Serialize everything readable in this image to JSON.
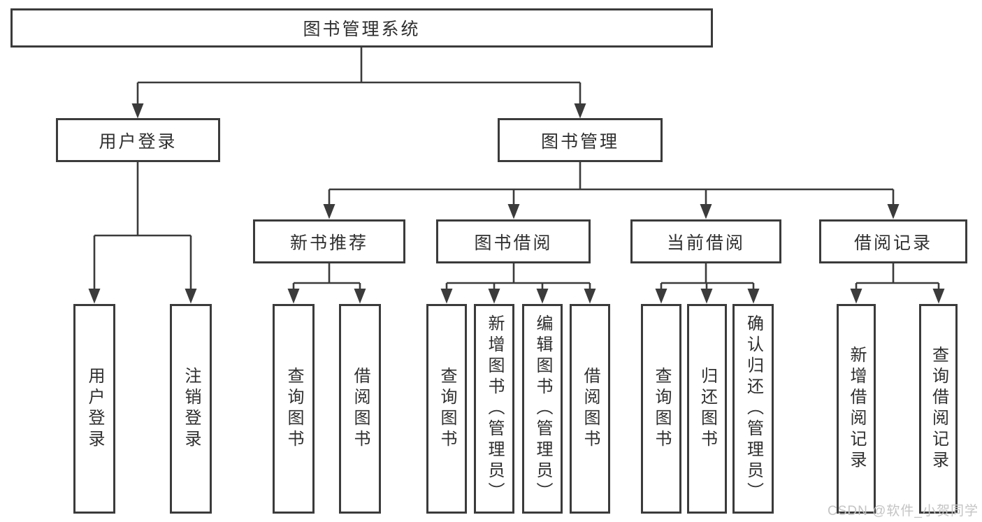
{
  "diagram": {
    "title": "图书管理系统",
    "branches": [
      {
        "label": "用户登录",
        "children": [
          "用户登录",
          "注销登录"
        ]
      },
      {
        "label": "图书管理",
        "groups": [
          {
            "label": "新书推荐",
            "children": [
              "查询图书",
              "借阅图书"
            ]
          },
          {
            "label": "图书借阅",
            "children": [
              "查询图书",
              "新增图书（管理员）",
              "编辑图书（管理员）",
              "借阅图书"
            ]
          },
          {
            "label": "当前借阅",
            "children": [
              "查询图书",
              "归还图书",
              "确认归还（管理员）"
            ]
          },
          {
            "label": "借阅记录",
            "children": [
              "新增借阅记录",
              "查询借阅记录"
            ]
          }
        ]
      }
    ]
  },
  "watermark": "CSDN @软件_小贺同学",
  "colors": {
    "line": "#3b3b3b",
    "text": "#2f2f2f",
    "watermark": "#c4c4c4",
    "background": "#ffffff"
  }
}
